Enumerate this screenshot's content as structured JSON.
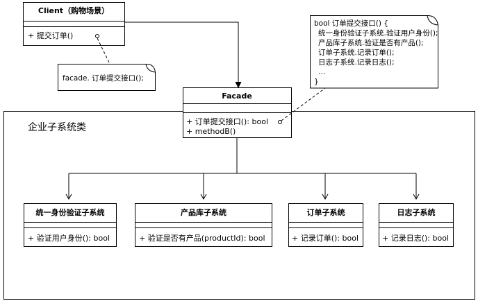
{
  "package": {
    "name": "企业子系统类"
  },
  "client": {
    "name": "Client（购物场景）",
    "operation": "+ 提交订单()"
  },
  "facade": {
    "name": "Facade",
    "operations": [
      "+ 订单提交接口(): bool",
      "+ methodB()"
    ]
  },
  "notes": {
    "client_note": "facade. 订单提交接口();",
    "facade_note": [
      "bool 订单提交接口() {",
      "统一身份验证子系统.验证用户身份();",
      "产品库子系统.验证是否有产品();",
      "订单子系统.记录订单();",
      "日志子系统.记录日志();",
      "…",
      "}"
    ]
  },
  "subsystems": [
    {
      "name": "统一身份验证子系统",
      "operation": "+ 验证用户身份(): bool"
    },
    {
      "name": "产品库子系统",
      "operation": "+ 验证是否有产品(productId): bool"
    },
    {
      "name": "订单子系统",
      "operation": "+ 记录订单(): bool"
    },
    {
      "name": "日志子系统",
      "operation": "+ 记录日志(): bool"
    }
  ]
}
